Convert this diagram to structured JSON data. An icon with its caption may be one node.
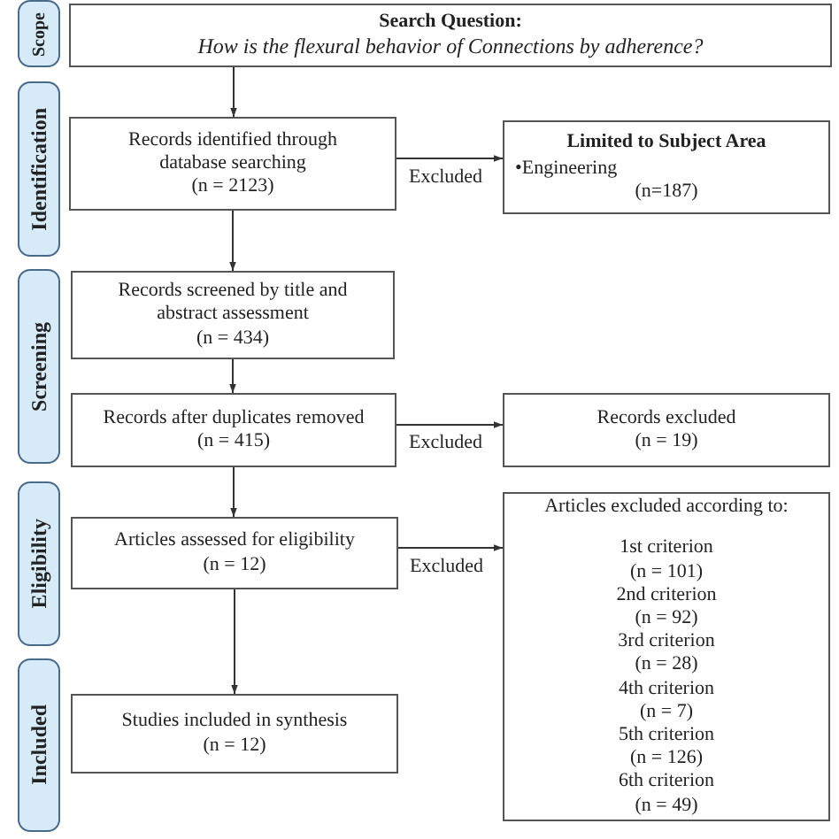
{
  "diagram": {
    "nodes": [
      {
        "text": [
          "Scope"
        ]
      },
      {
        "text": [
          "Search Question:",
          "How is the flexural behavior of Connections by adherence?"
        ]
      },
      {
        "text": [
          "Identification"
        ]
      },
      {
        "text": [
          "Records identified through database searching",
          "(n = 2123)"
        ]
      },
      {
        "text": [
          "Limited to Subject Area",
          "•Engineering",
          "(n=187)"
        ]
      },
      {
        "text": [
          "Screening"
        ]
      },
      {
        "text": [
          "Records screened by title and abstract assessment",
          "(n = 434)"
        ]
      },
      {
        "text": [
          "Records after duplicates removed",
          "(n = 415)"
        ]
      },
      {
        "text": [
          "Records excluded",
          "(n = 19)"
        ]
      },
      {
        "text": [
          "Eligibility"
        ]
      },
      {
        "text": [
          "Articles assessed for eligibility",
          "(n = 12)"
        ]
      },
      {
        "text": [
          "Articles excluded according to:",
          "1st criterion",
          "(n = 101)",
          "2nd criterion",
          "(n = 92)",
          "3rd criterion",
          "(n = 28)",
          "4th criterion",
          "(n = 7)",
          "5th criterion",
          "(n = 126)",
          "6th criterion",
          "(n = 49)"
        ]
      },
      {
        "text": [
          "Included"
        ]
      },
      {
        "text": [
          "Studies included in synthesis",
          "(n = 12)"
        ]
      }
    ],
    "edges": [
      {
        "from": 1,
        "to": 3,
        "arrow": "to"
      },
      {
        "from": 3,
        "to": 4,
        "arrow": "to",
        "label": "Excluded"
      },
      {
        "from": 3,
        "to": 6,
        "arrow": "to"
      },
      {
        "from": 6,
        "to": 7,
        "arrow": "to"
      },
      {
        "from": 7,
        "to": 8,
        "arrow": "to",
        "label": "Excluded"
      },
      {
        "from": 7,
        "to": 10,
        "arrow": "to"
      },
      {
        "from": 10,
        "to": 11,
        "arrow": "to",
        "label": "Excluded"
      },
      {
        "from": 10,
        "to": 13,
        "arrow": "to"
      }
    ]
  }
}
